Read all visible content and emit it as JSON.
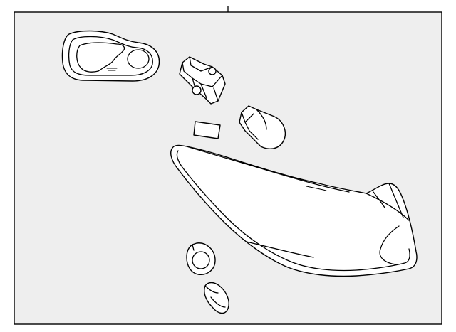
{
  "diagram": {
    "type": "exploded-parts-view",
    "parts": [
      {
        "name": "gasket"
      },
      {
        "name": "bulb-socket"
      },
      {
        "name": "wedge-bulb-large"
      },
      {
        "name": "label"
      },
      {
        "name": "tail-lamp-housing"
      },
      {
        "name": "socket-small"
      },
      {
        "name": "wedge-bulb-small"
      }
    ],
    "colors": {
      "background": "#ffffff",
      "panel": "#eeeeee",
      "part_fill": "#ffffff",
      "line": "#000000"
    }
  }
}
